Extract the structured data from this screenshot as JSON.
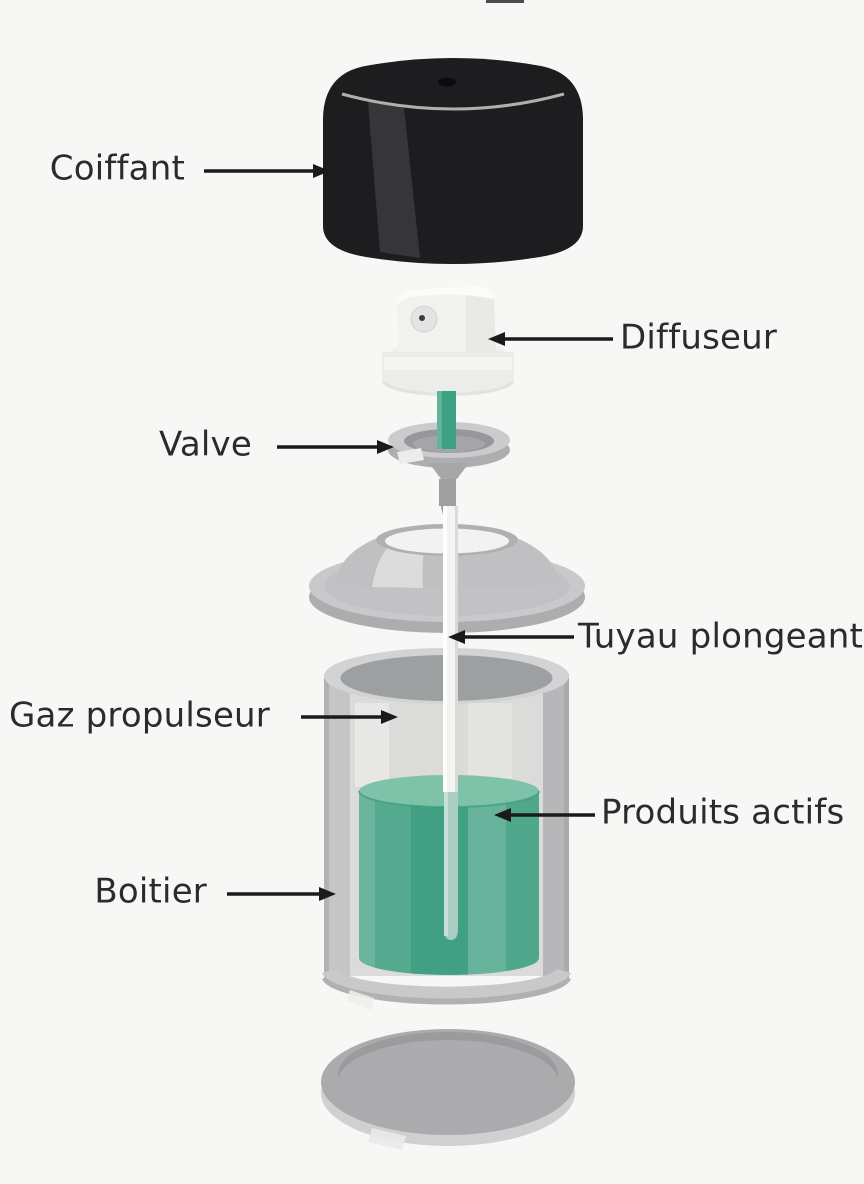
{
  "diagram": {
    "type": "exploded-view",
    "labels": {
      "coiffant": {
        "text": "Coiffant",
        "side": "left"
      },
      "diffuseur": {
        "text": "Diffuseur",
        "side": "right"
      },
      "valve": {
        "text": "Valve",
        "side": "left"
      },
      "tuyau_plongeant": {
        "text": "Tuyau plongeant",
        "side": "right"
      },
      "gaz_propulseur": {
        "text": "Gaz propulseur",
        "side": "left"
      },
      "produits_actifs": {
        "text": "Produits actifs",
        "side": "right"
      },
      "boitier": {
        "text": "Boitier",
        "side": "left"
      }
    },
    "colors": {
      "background": "#f7f7f6",
      "cap_black": "#1d1d1f",
      "liquid_green": "#41a083",
      "liquid_surface_green": "#7fc2aa",
      "stem_green": "#3da184",
      "metal_gray_light": "#c9c9cb",
      "metal_gray_dark": "#9da0a0",
      "label_text": "#2b2b2b",
      "arrow": "#1a1a1a"
    }
  }
}
